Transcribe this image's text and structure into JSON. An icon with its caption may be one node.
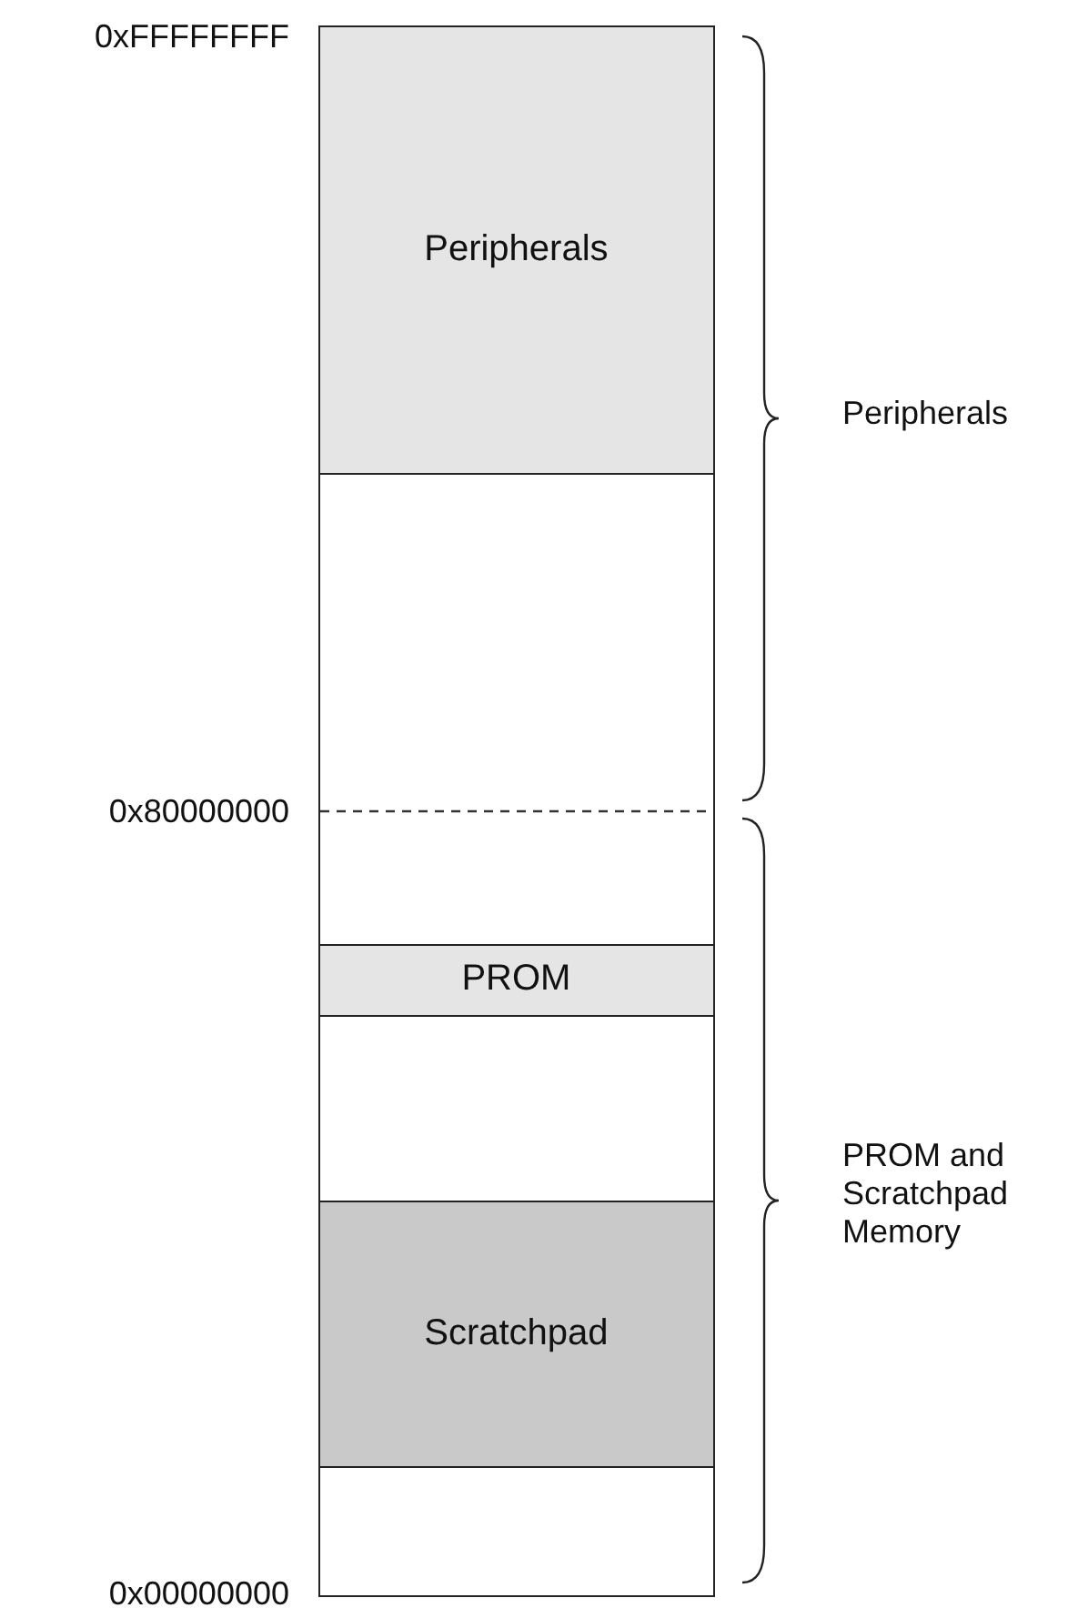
{
  "diagram": {
    "nodes": [
      {
        "text": [],
        "shape": "box"
      },
      {
        "text": [
          "Peripherals"
        ],
        "in": 0
      },
      {
        "text": [
          "PROM"
        ],
        "in": 0
      },
      {
        "text": [
          "Scratchpad"
        ],
        "in": 0
      }
    ],
    "labels": [
      "0xFFFFFFFF",
      "0x80000000",
      "0x00000000",
      "Peripherals",
      "PROM and Scratchpad Memory"
    ]
  }
}
